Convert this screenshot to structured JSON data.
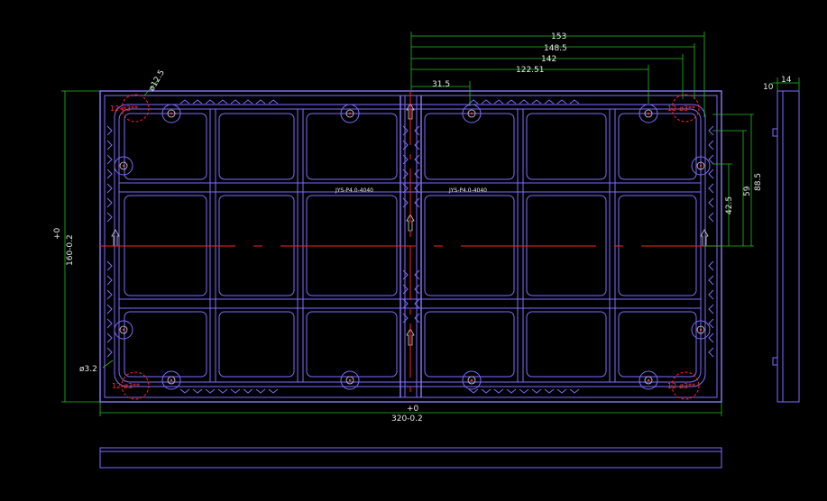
{
  "colors": {
    "background": "#000000",
    "outline": "#7b6cff",
    "dimension": "#20c020",
    "center": "#ff2020",
    "text": "#e8e8e8"
  },
  "dimensions": {
    "top": [
      "153",
      "148.5",
      "142",
      "122.51",
      "31.5"
    ],
    "right": [
      "88.5",
      "59",
      "42.5"
    ],
    "side": [
      "14",
      "10"
    ],
    "left": {
      "tol": "+0",
      "value": "160-0.2"
    },
    "bottom": {
      "tol": "+0",
      "value": "320-0.2"
    },
    "hole_large": "ø12.5",
    "hole_small": "ø3.2"
  },
  "corner_labels": [
    "12-ø3**",
    "12-ø3**",
    "12-ø3**",
    "12-ø3**"
  ],
  "part_labels": [
    "JYS-P4.0-4040",
    "JYS-P4.0-4040"
  ]
}
